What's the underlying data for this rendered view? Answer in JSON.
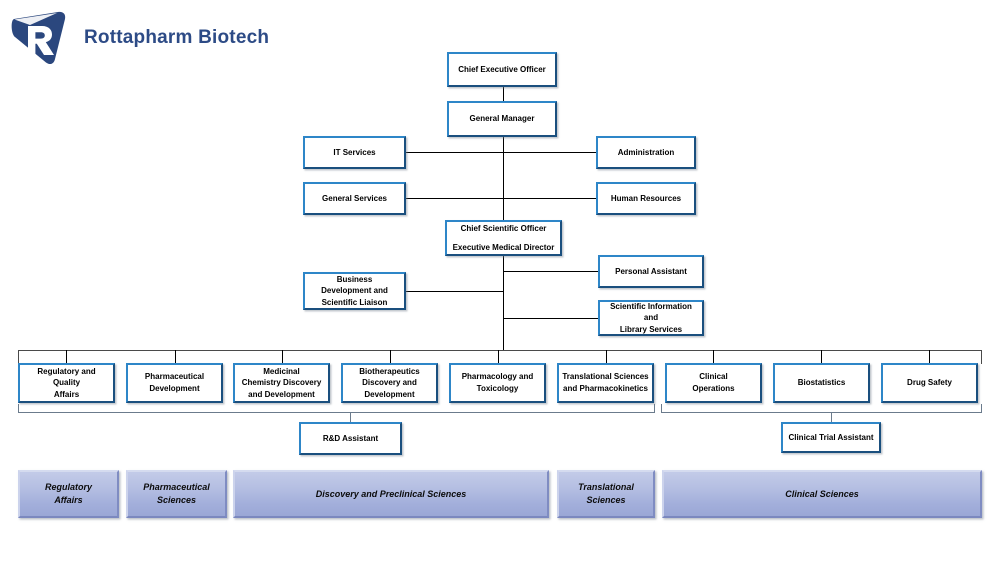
{
  "header": {
    "brand": "Rottapharm Biotech",
    "logo_icon": "rottapharm-r-shield-logo",
    "brand_color": "#2d4b86",
    "logo_color": "#2b477e"
  },
  "chart_meta": {
    "type": "org-chart",
    "box_border_color": "#1f6eb0",
    "group_bar_color": "#a9b5dd"
  },
  "nodes": {
    "ceo": {
      "lines": [
        "Chief Executive Officer"
      ]
    },
    "general_manager": {
      "lines": [
        "General Manager"
      ]
    },
    "it_services": {
      "lines": [
        "IT Services"
      ]
    },
    "general_services": {
      "lines": [
        "General Services"
      ]
    },
    "administration": {
      "lines": [
        "Administration"
      ]
    },
    "human_resources": {
      "lines": [
        "Human Resources"
      ]
    },
    "cso": {
      "lines": [
        "Chief Scientific Officer",
        "Executive Medical Director"
      ]
    },
    "business_development": {
      "lines": [
        "Business",
        "Development and",
        "Scientific Liaison"
      ]
    },
    "personal_assistant": {
      "lines": [
        "Personal Assistant"
      ]
    },
    "scientific_information": {
      "lines": [
        "Scientific Information",
        "and",
        "Library Services"
      ]
    },
    "rd_assistant": {
      "lines": [
        "R&D Assistant"
      ]
    },
    "clinical_trial_assistant": {
      "lines": [
        "Clinical Trial Assistant"
      ]
    }
  },
  "departments": [
    {
      "id": "regulatory-and-quality-affairs",
      "lines": [
        "Regulatory and Quality",
        "Affairs"
      ]
    },
    {
      "id": "pharmaceutical-development",
      "lines": [
        "Pharmaceutical",
        "Development"
      ]
    },
    {
      "id": "medicinal-chemistry-discovery-and-development",
      "lines": [
        "Medicinal",
        "Chemistry Discovery",
        "and Development"
      ]
    },
    {
      "id": "biotherapeutics-discovery-and-development",
      "lines": [
        "Biotherapeutics",
        "Discovery and",
        "Development"
      ]
    },
    {
      "id": "pharmacology-and-toxicology",
      "lines": [
        "Pharmacology and",
        "Toxicology"
      ]
    },
    {
      "id": "translational-sciences-and-pharmacokinetics",
      "lines": [
        "Translational Sciences",
        "and Pharmacokinetics"
      ]
    },
    {
      "id": "clinical-operations",
      "lines": [
        "Clinical",
        "Operations"
      ]
    },
    {
      "id": "biostatistics",
      "lines": [
        "Biostatistics"
      ]
    },
    {
      "id": "drug-safety",
      "lines": [
        "Drug Safety"
      ]
    }
  ],
  "group_bars": [
    {
      "id": "regulatory-affairs",
      "lines": [
        "Regulatory",
        "Affairs"
      ]
    },
    {
      "id": "pharmaceutical-sciences",
      "lines": [
        "Pharmaceutical",
        "Sciences"
      ]
    },
    {
      "id": "discovery-and-preclinical-sciences",
      "lines": [
        "Discovery and Preclinical Sciences"
      ]
    },
    {
      "id": "translational-sciences",
      "lines": [
        "Translational",
        "Sciences"
      ]
    },
    {
      "id": "clinical-sciences",
      "lines": [
        "Clinical Sciences"
      ]
    }
  ]
}
